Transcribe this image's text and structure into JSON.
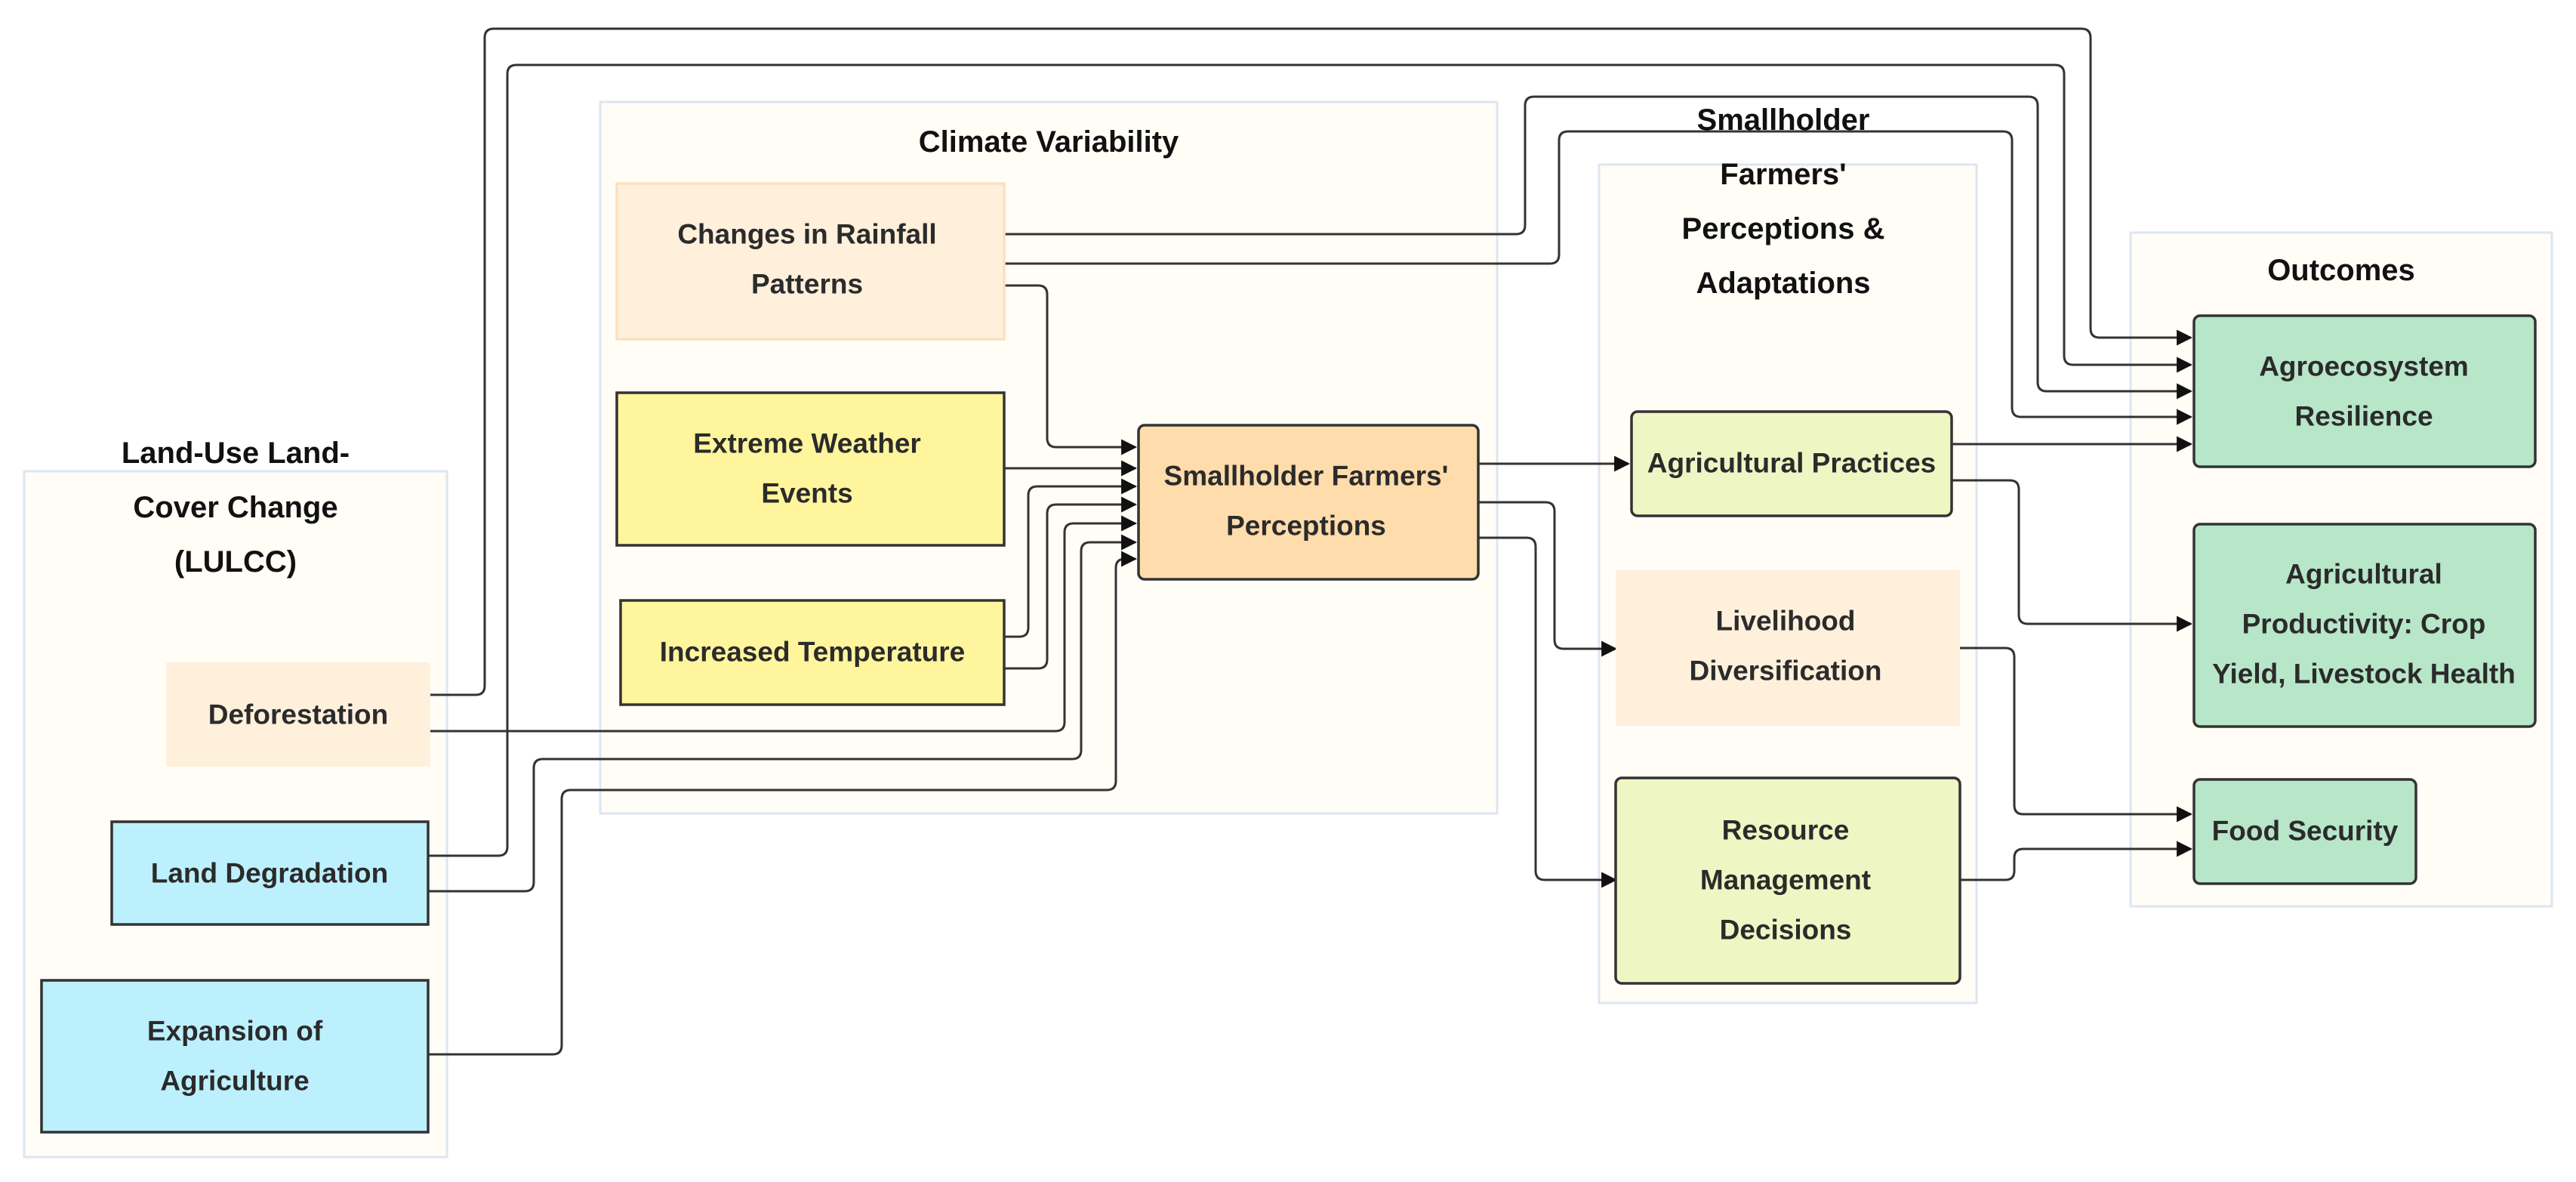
{
  "groups": {
    "lulcc": {
      "title": [
        "Land-Use Land-",
        "Cover Change",
        "(LULCC)"
      ]
    },
    "climate": {
      "title": [
        "Climate Variability"
      ]
    },
    "smallholder": {
      "title": [
        "Smallholder",
        "Farmers'",
        "Perceptions &",
        "Adaptations"
      ]
    },
    "outcomes": {
      "title": [
        "Outcomes"
      ]
    }
  },
  "nodes": {
    "deforestation": {
      "label": [
        "Deforestation"
      ],
      "fill": "#fff0dc",
      "stroke": "#fff0dc"
    },
    "land_degradation": {
      "label": [
        "Land Degradation"
      ],
      "fill": "#bdf0fd",
      "stroke": "#333333"
    },
    "expansion_of_agriculture": {
      "label": [
        "Expansion of",
        "Agriculture"
      ],
      "fill": "#bdf0fd",
      "stroke": "#333333"
    },
    "changes_in_rainfall": {
      "label": [
        "Changes in Rainfall",
        "Patterns"
      ],
      "fill": "#fff0dc",
      "stroke": "#fbe0c0"
    },
    "extreme_weather": {
      "label": [
        "Extreme Weather",
        "Events"
      ],
      "fill": "#fff59d",
      "stroke": "#333333"
    },
    "increased_temperature": {
      "label": [
        "Increased Temperature"
      ],
      "fill": "#fff59d",
      "stroke": "#333333"
    },
    "farmers_perceptions": {
      "label": [
        "Smallholder Farmers'",
        "Perceptions"
      ],
      "fill": "#ffdcac",
      "stroke": "#333333"
    },
    "agricultural_practices": {
      "label": [
        "Agricultural Practices"
      ],
      "fill": "#eef6c4",
      "stroke": "#333333"
    },
    "livelihood_diversification": {
      "label": [
        "Livelihood",
        "Diversification"
      ],
      "fill": "#fff0dc",
      "stroke": "#fff0dc"
    },
    "resource_management": {
      "label": [
        "Resource",
        "Management",
        "Decisions"
      ],
      "fill": "#eef6c4",
      "stroke": "#333333"
    },
    "agroecosystem_resilience": {
      "label": [
        "Agroecosystem",
        "Resilience"
      ],
      "fill": "#b8e6c8",
      "stroke": "#333333"
    },
    "agricultural_productivity": {
      "label": [
        "Agricultural",
        "Productivity: Crop",
        "Yield, Livestock Health"
      ],
      "fill": "#b8e6c8",
      "stroke": "#333333"
    },
    "food_security": {
      "label": [
        "Food Security"
      ],
      "fill": "#b8e6c8",
      "stroke": "#333333"
    }
  },
  "edges": [
    {
      "from": "deforestation",
      "to": "agroecosystem_resilience"
    },
    {
      "from": "land_degradation",
      "to": "agroecosystem_resilience"
    },
    {
      "from": "changes_in_rainfall",
      "to": "agroecosystem_resilience"
    },
    {
      "from": "changes_in_rainfall",
      "to": "agroecosystem_resilience"
    },
    {
      "from": "agricultural_practices",
      "to": "agroecosystem_resilience"
    },
    {
      "from": "changes_in_rainfall",
      "to": "farmers_perceptions"
    },
    {
      "from": "extreme_weather",
      "to": "farmers_perceptions"
    },
    {
      "from": "increased_temperature",
      "to": "farmers_perceptions"
    },
    {
      "from": "increased_temperature",
      "to": "farmers_perceptions"
    },
    {
      "from": "deforestation",
      "to": "farmers_perceptions"
    },
    {
      "from": "land_degradation",
      "to": "farmers_perceptions"
    },
    {
      "from": "expansion_of_agriculture",
      "to": "farmers_perceptions"
    },
    {
      "from": "farmers_perceptions",
      "to": "agricultural_practices"
    },
    {
      "from": "farmers_perceptions",
      "to": "livelihood_diversification"
    },
    {
      "from": "farmers_perceptions",
      "to": "resource_management"
    },
    {
      "from": "agricultural_practices",
      "to": "agricultural_productivity"
    },
    {
      "from": "livelihood_diversification",
      "to": "food_security"
    },
    {
      "from": "resource_management",
      "to": "food_security"
    }
  ]
}
